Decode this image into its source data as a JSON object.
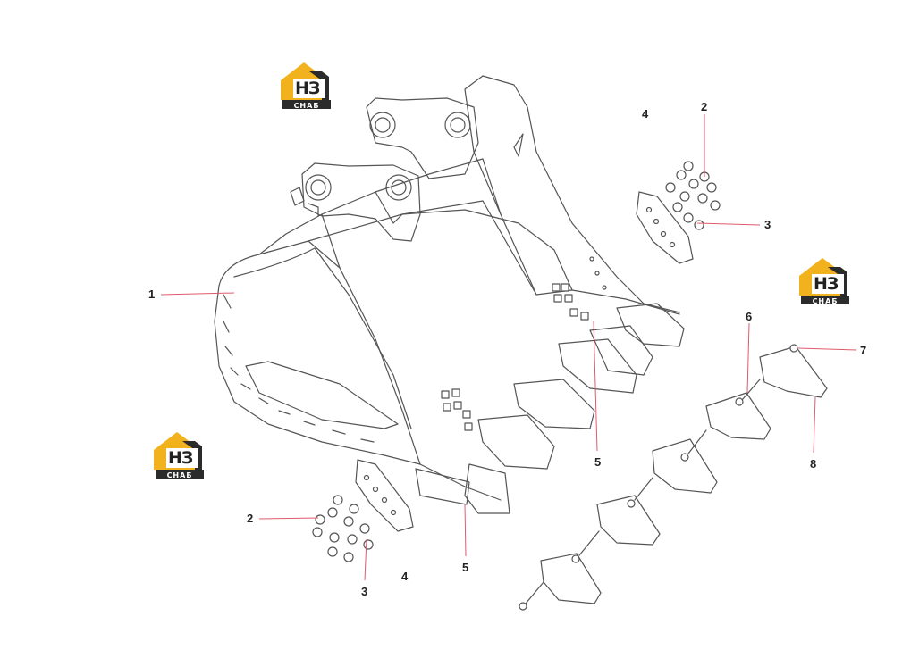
{
  "logo": {
    "mark": "НЗ",
    "caption": "СНАБ",
    "colors": {
      "house": "#f2b21e",
      "dark": "#2b2b2b",
      "text": "#ffffff"
    }
  },
  "callouts": [
    {
      "id": "c1",
      "label": "1"
    },
    {
      "id": "c2a",
      "label": "2"
    },
    {
      "id": "c2b",
      "label": "2"
    },
    {
      "id": "c3a",
      "label": "3"
    },
    {
      "id": "c3b",
      "label": "3"
    },
    {
      "id": "c4a",
      "label": "4"
    },
    {
      "id": "c4b",
      "label": "4"
    },
    {
      "id": "c5a",
      "label": "5"
    },
    {
      "id": "c5b",
      "label": "5"
    },
    {
      "id": "c6",
      "label": "6"
    },
    {
      "id": "c7",
      "label": "7"
    },
    {
      "id": "c8",
      "label": "8"
    }
  ],
  "colors": {
    "leader": "#e05a6a",
    "line": "#555555"
  }
}
